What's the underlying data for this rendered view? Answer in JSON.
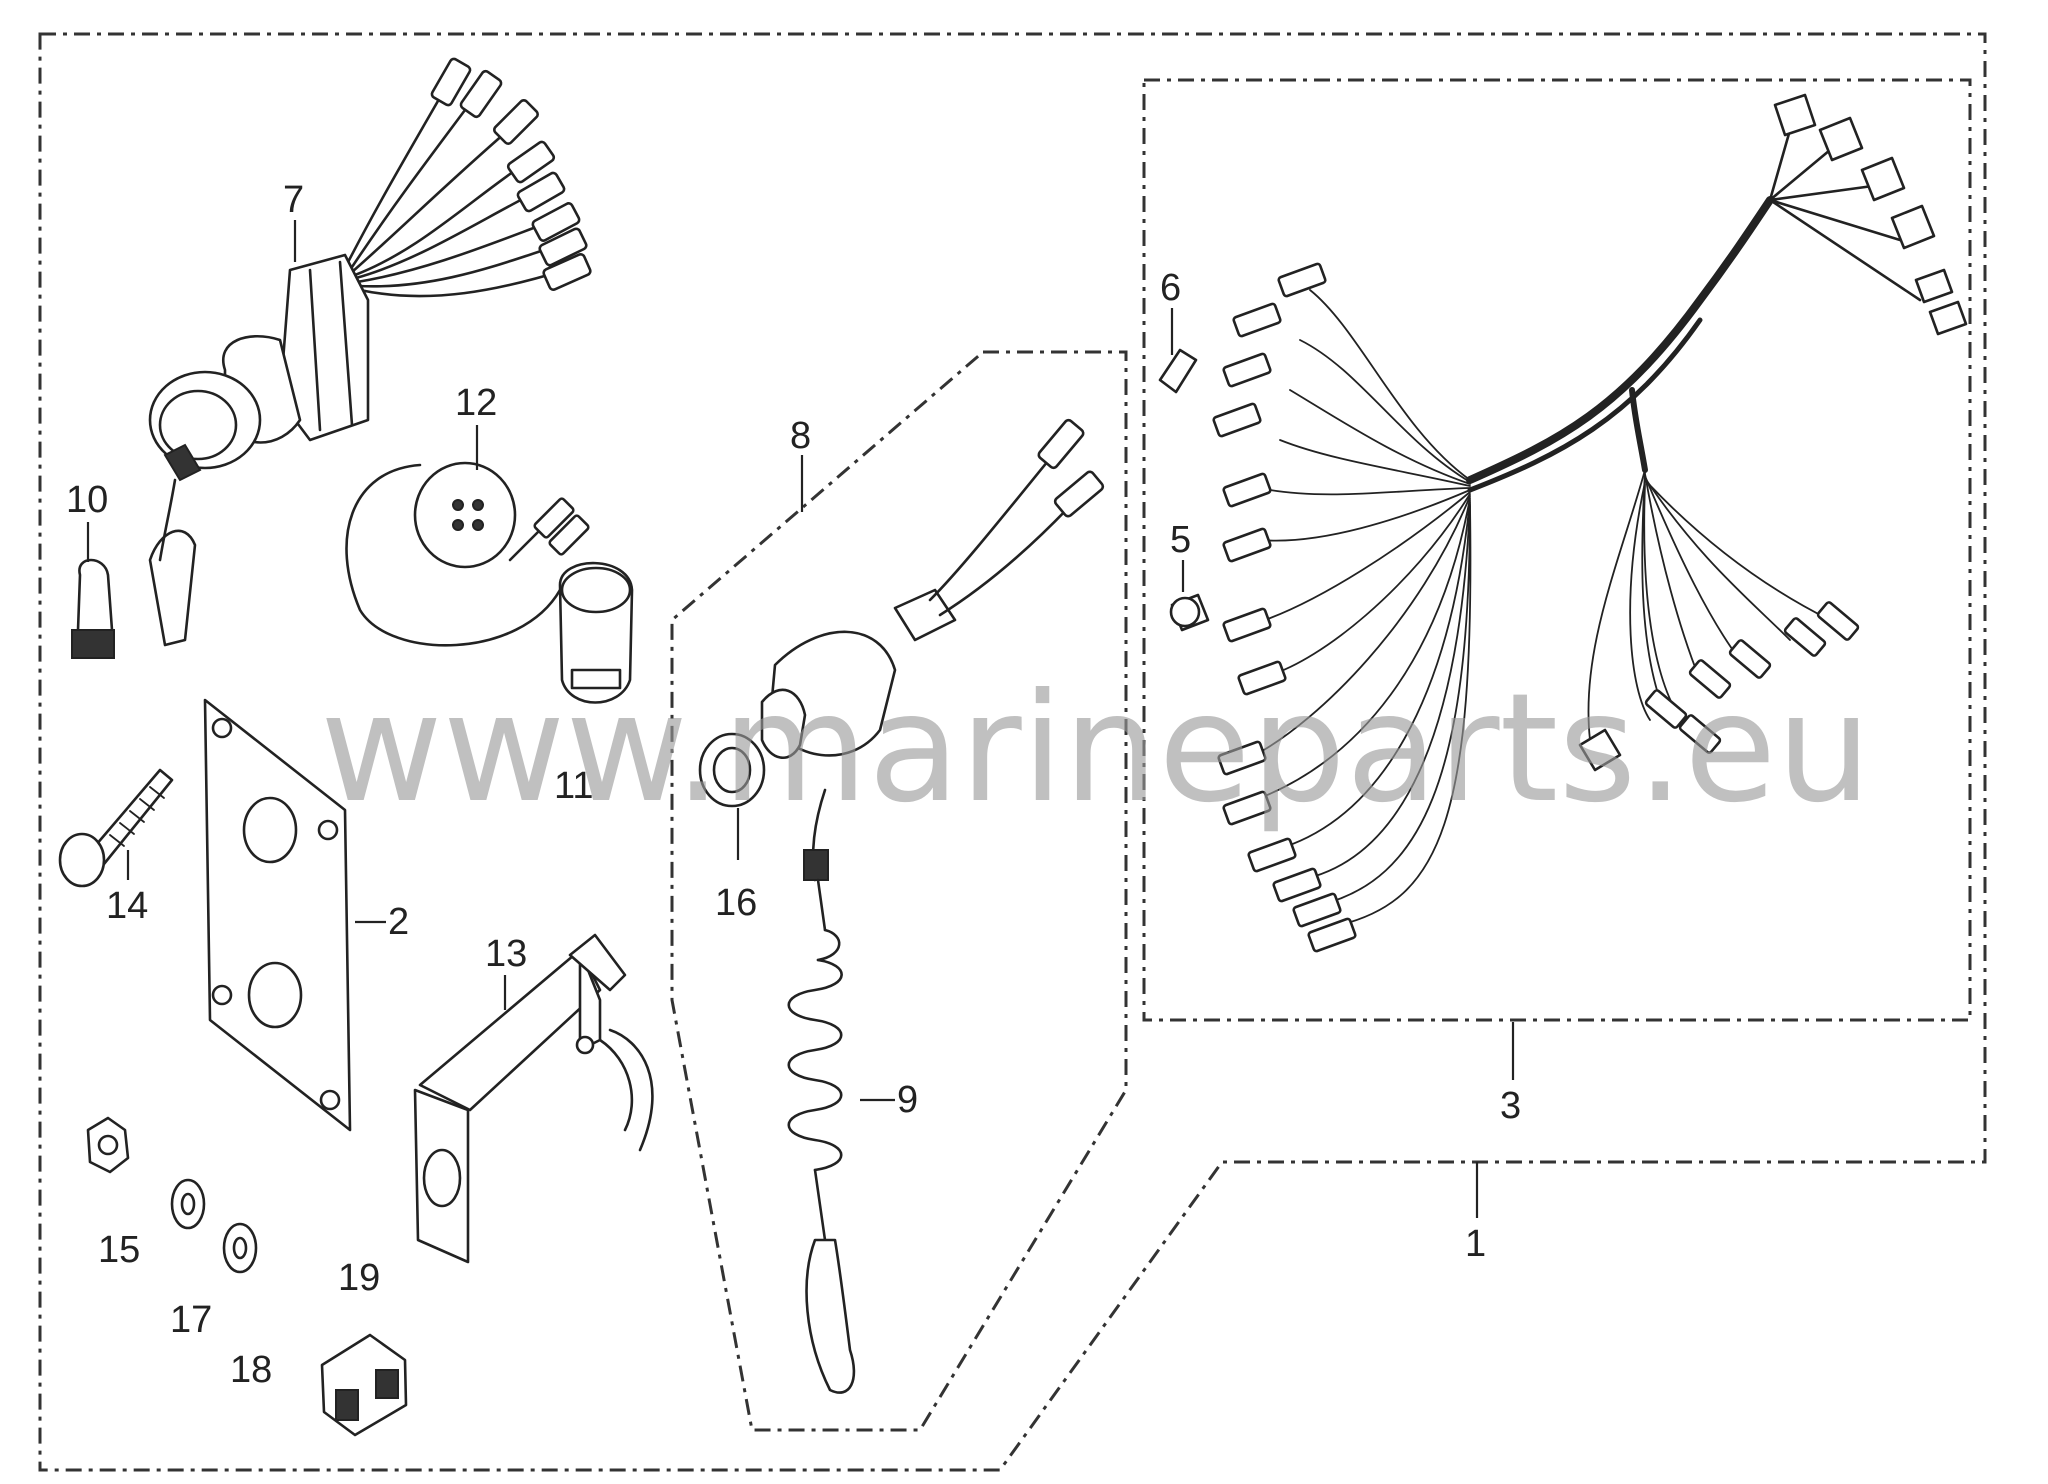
{
  "watermark": "www.marineparts.eu",
  "callouts": [
    "1",
    "2",
    "3",
    "5",
    "6",
    "7",
    "8",
    "9",
    "10",
    "11",
    "12",
    "13",
    "14",
    "15",
    "16",
    "17",
    "18",
    "19"
  ]
}
